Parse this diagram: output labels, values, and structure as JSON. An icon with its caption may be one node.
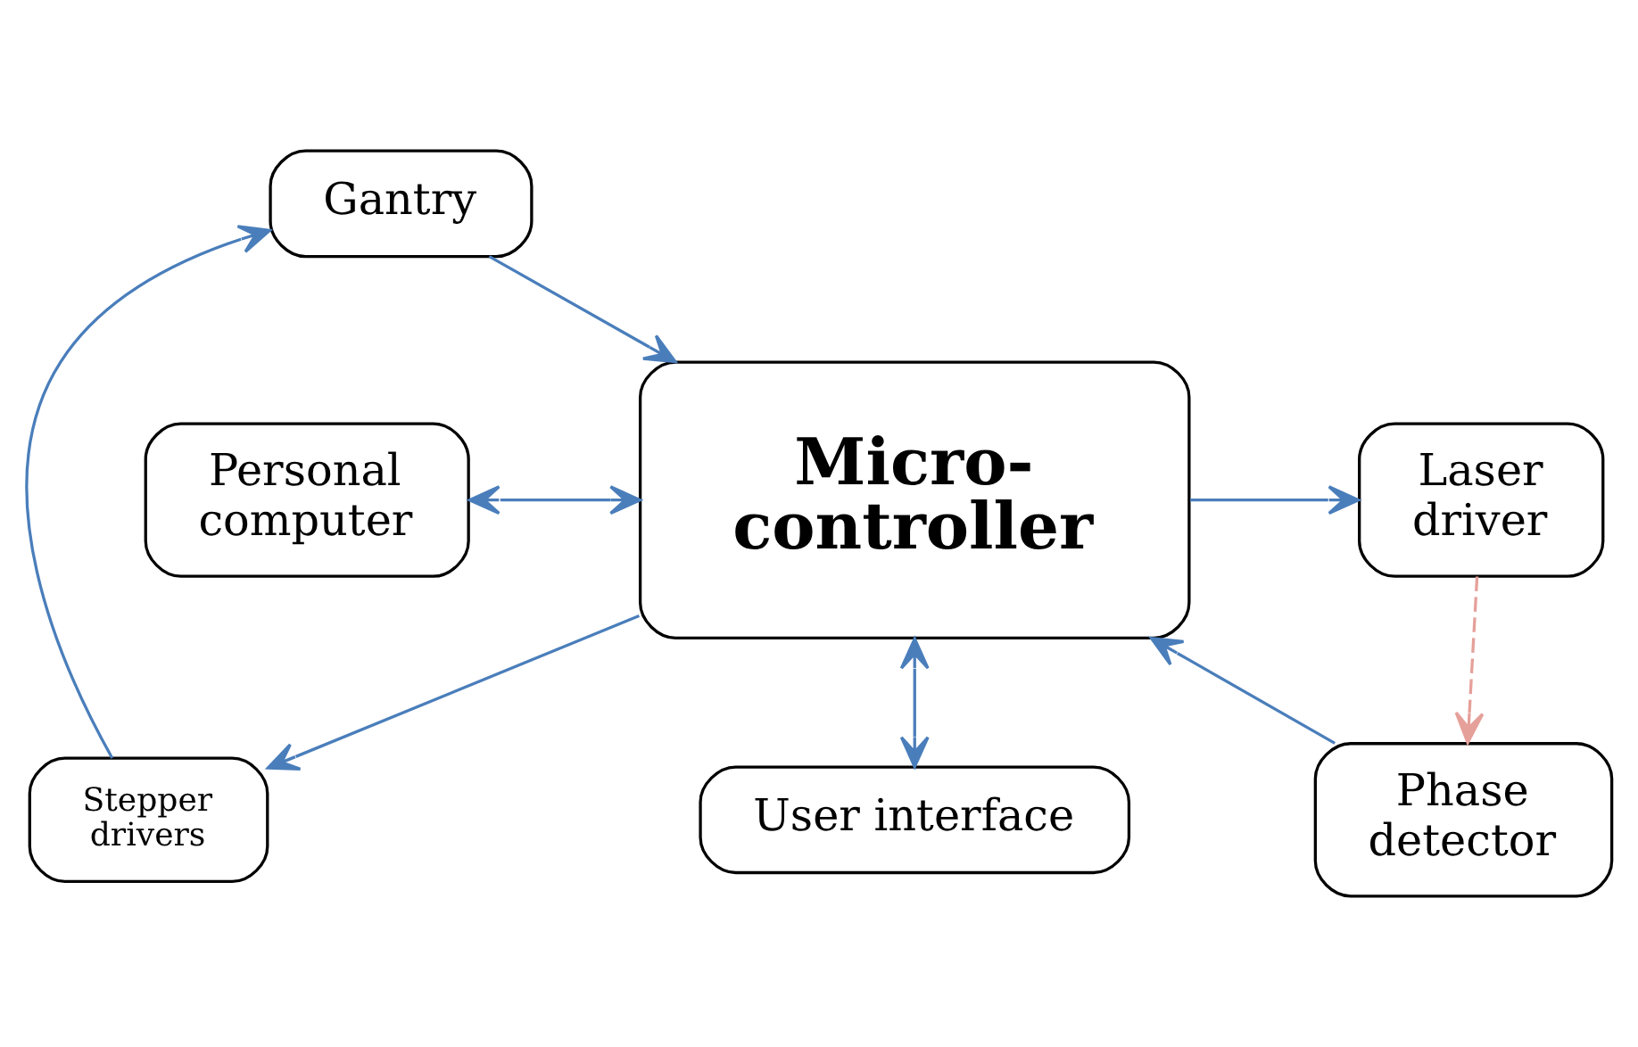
{
  "diagram": {
    "nodes": [
      {
        "text": [
          "Gantry"
        ]
      },
      {
        "text": [
          "Stepper drivers"
        ]
      },
      {
        "text": [
          "Laser driver"
        ]
      },
      {
        "text": [
          "Personal computer"
        ]
      },
      {
        "text": [
          "Micro-controller"
        ]
      },
      {
        "text": [
          "Phase detector"
        ]
      },
      {
        "text": [
          "User interface"
        ]
      }
    ],
    "edges": [
      {
        "from": 1,
        "to": 0,
        "arrow": "to"
      },
      {
        "from": 0,
        "to": 4,
        "arrow": "to"
      },
      {
        "from": 4,
        "to": 1,
        "arrow": "to"
      },
      {
        "from": 4,
        "to": 2,
        "arrow": "to"
      },
      {
        "from": 2,
        "to": 5,
        "arrow": "to",
        "style": "dashed",
        "color": "#e6a09a"
      },
      {
        "from": 5,
        "to": 4,
        "arrow": "to"
      },
      {
        "from": 3,
        "to": 4,
        "arrow": "both"
      },
      {
        "from": 4,
        "to": 6,
        "arrow": "both"
      }
    ]
  }
}
